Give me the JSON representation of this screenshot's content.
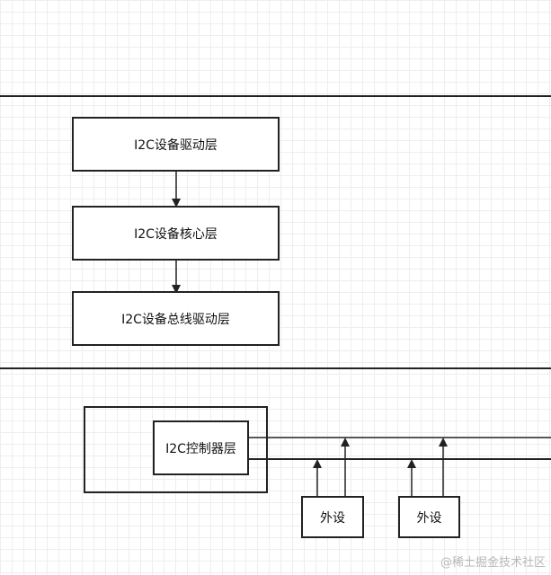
{
  "layers": {
    "driver": "I2C设备驱动层",
    "core": "I2C设备核心层",
    "bus_driver": "I2C设备总线驱动层"
  },
  "hardware": {
    "controller": "I2C控制器层",
    "peripheral_1": "外设",
    "peripheral_2": "外设"
  },
  "watermark": "@稀土掘金技术社区"
}
